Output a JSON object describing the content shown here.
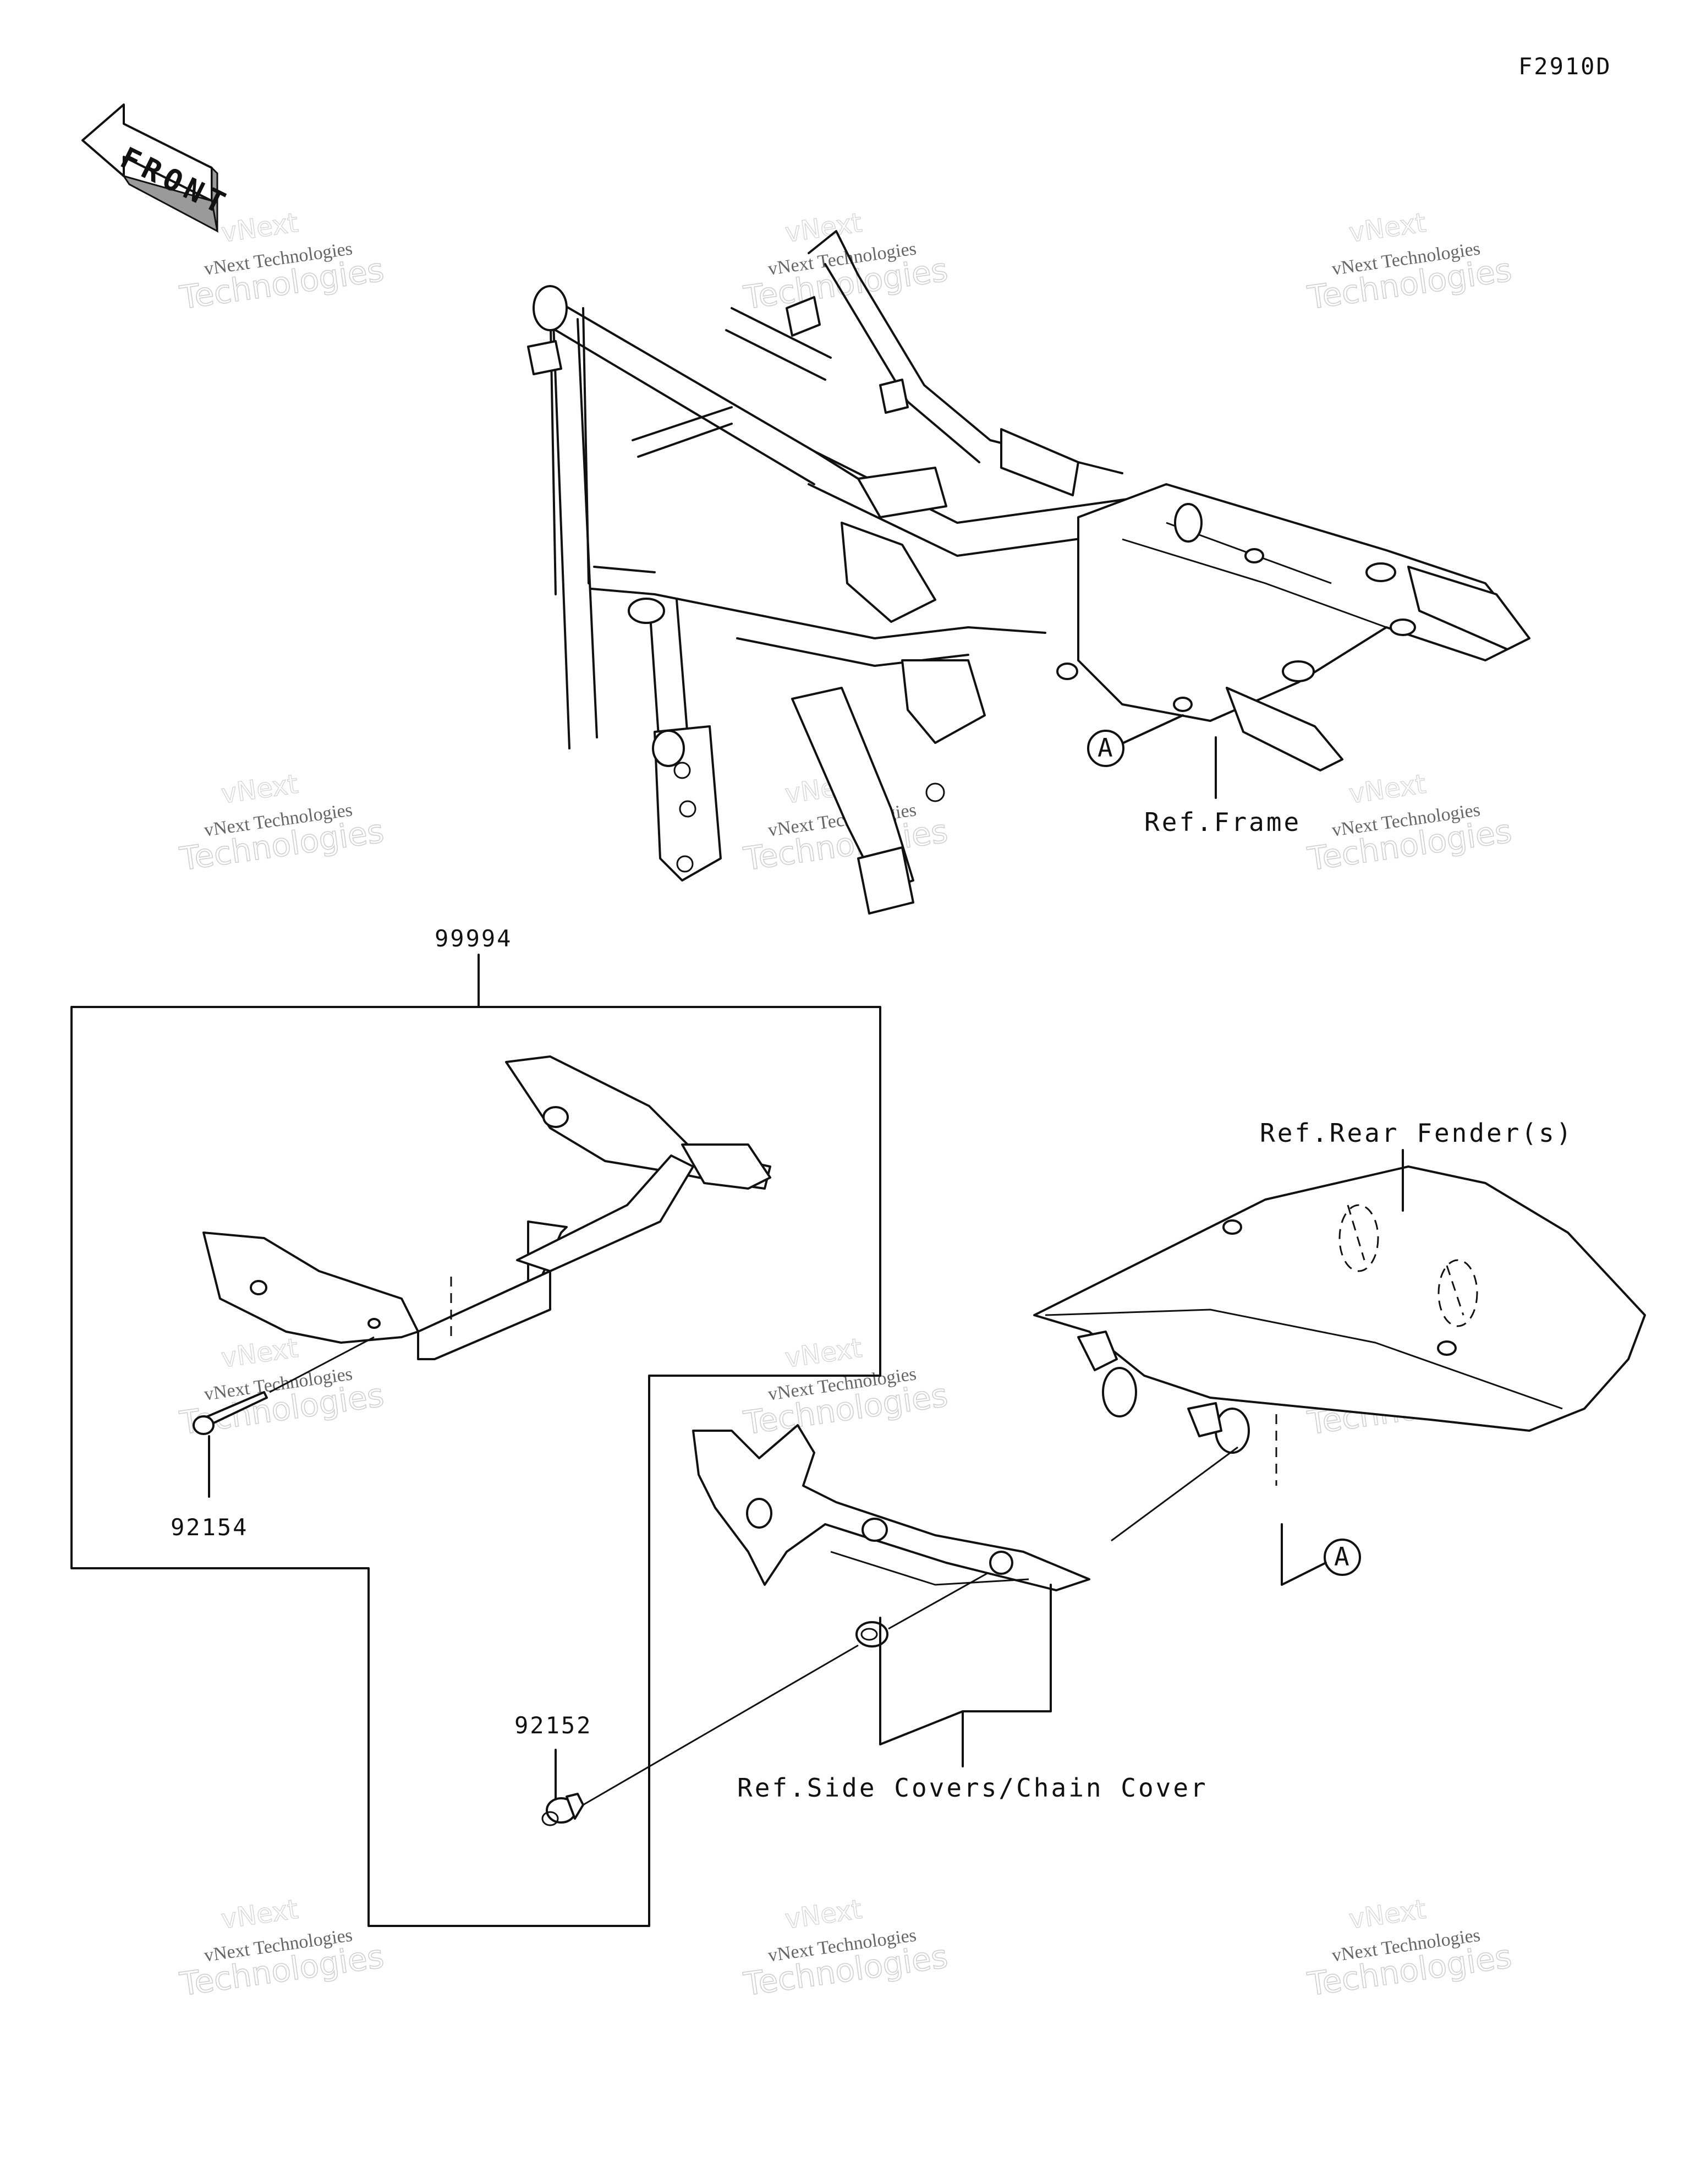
{
  "diagram_code": "F2910D",
  "front_label": "FRONT",
  "watermarks": [
    {
      "line1": "vNext Technologies",
      "line2": "vNext",
      "line3": "Technologies"
    }
  ],
  "labels": {
    "ref_frame": "Ref.Frame",
    "ref_rear_fender": "Ref.Rear Fender(s)",
    "ref_side_covers": "Ref.Side Covers/Chain Cover",
    "callout_a": "A"
  },
  "parts": {
    "assembly": "99994",
    "bolt": "92154",
    "collar": "92152"
  }
}
